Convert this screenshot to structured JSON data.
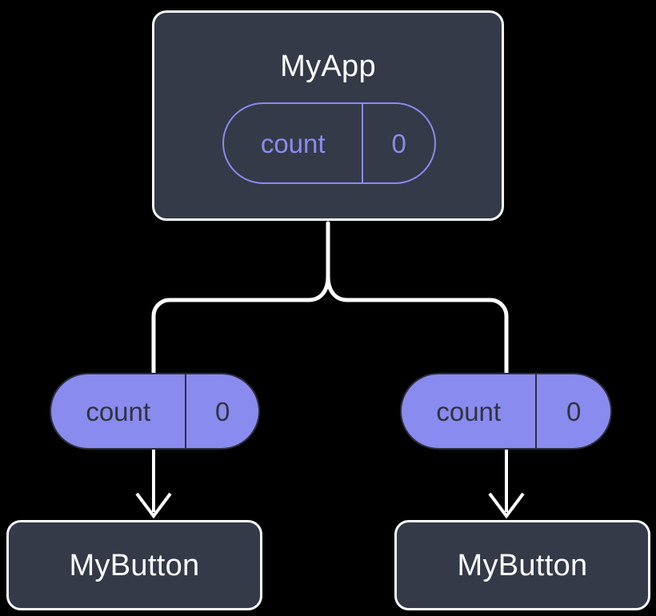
{
  "diagram": {
    "title_text": "MyApp",
    "background_color": "#000000",
    "node_fill_color": "#343a48",
    "node_border_color": "#fbfbfc",
    "state_accent_color": "#8a8bee",
    "connector_color": "#ffffff",
    "root": {
      "label": "MyApp",
      "state": {
        "key": "count",
        "value": "0"
      }
    },
    "children": [
      {
        "label": "MyButton",
        "state": {
          "key": "count",
          "value": "0"
        }
      },
      {
        "label": "MyButton",
        "state": {
          "key": "count",
          "value": "0"
        }
      }
    ]
  }
}
